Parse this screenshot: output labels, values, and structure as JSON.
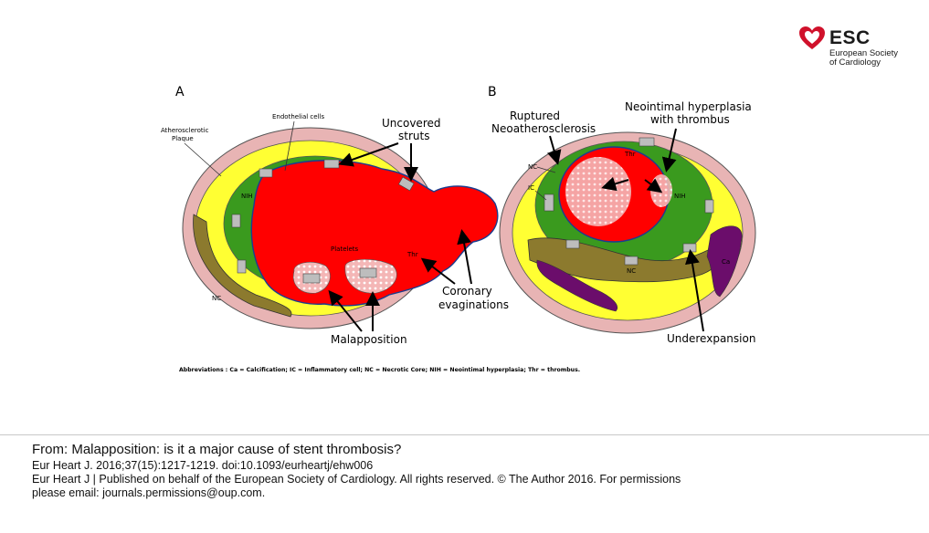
{
  "logo": {
    "acronym": "ESC",
    "subtitle_line1": "European Society",
    "subtitle_line2": "of Cardiology",
    "heart_color": "#d0112b"
  },
  "figure": {
    "panel_a": {
      "letter": "A",
      "labels": {
        "plaque_1": "Atherosclerotic",
        "plaque_2": "Plaque",
        "endothelial": "Endothelial cells",
        "uncovered_1": "Uncovered",
        "uncovered_2": "struts",
        "nih": "NIH",
        "platelets": "Platelets",
        "thr": "Thr",
        "nc": "NC",
        "coronary_1": "Coronary",
        "coronary_2": "evaginations",
        "malapposition": "Malapposition"
      }
    },
    "panel_b": {
      "letter": "B",
      "labels": {
        "ruptured_1": "Ruptured",
        "ruptured_2": "Neoatherosclerosis",
        "neointimal_1": "Neointimal hyperplasia",
        "neointimal_2": "with thrombus",
        "nc": "NC",
        "ic": "IC",
        "thr": "Thr",
        "nih": "NIH",
        "ca": "Ca",
        "nc_lower": "NC",
        "underexpansion": "Underexpansion"
      }
    },
    "abbreviations": "Abbreviations : Ca = Calcification; IC = Inflammatory cell; NC = Necrotic Core; NIH = Neointimal hyperplasia; Thr = thrombus.",
    "colors": {
      "adventitia": "#e8b4b4",
      "media": "#ffff33",
      "neointima": "#3a9a1e",
      "lumen_thrombus": "#ff0000",
      "necrotic_core": "#8c7a2e",
      "calcification": "#6b0d6b"
    }
  },
  "caption": {
    "from": "From: Malapposition: is it a major cause of stent thrombosis?",
    "citation": "Eur Heart J. 2016;37(15):1217-1219. doi:10.1093/eurheartj/ehw006",
    "rights_1": "Eur Heart J | Published on behalf of the European Society of Cardiology. All rights reserved. © The Author 2016. For permissions",
    "rights_2": "please email: journals.permissions@oup.com."
  }
}
